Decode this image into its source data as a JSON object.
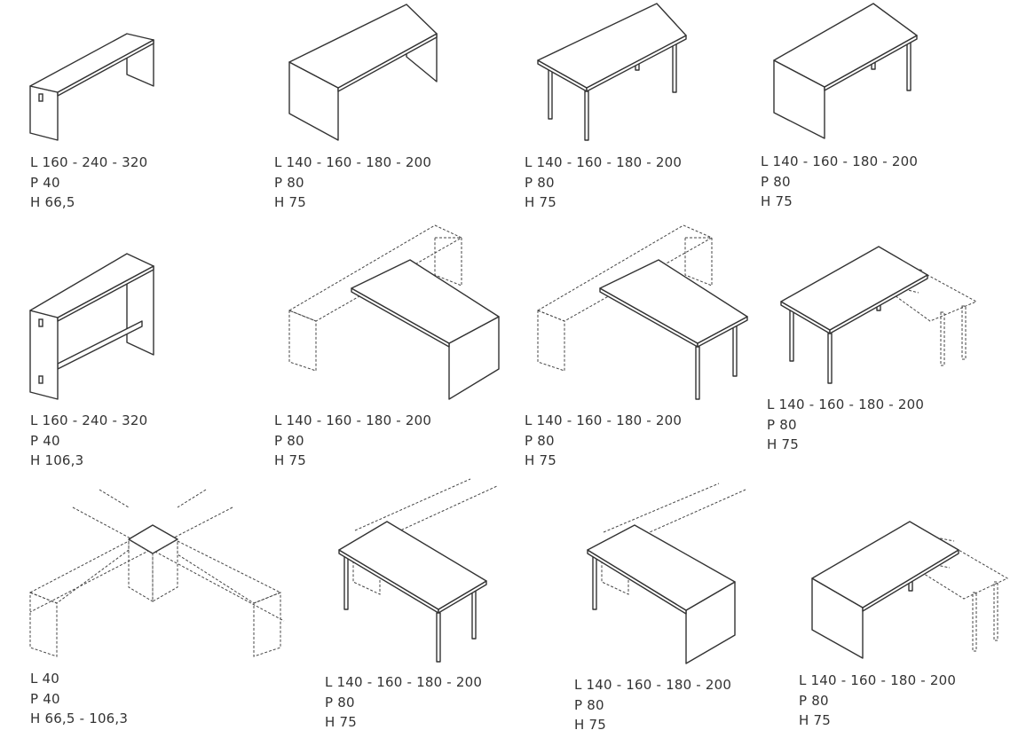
{
  "items": [
    {
      "l": "L 160 - 240 - 320",
      "p": "P 40",
      "h": "H 66,5"
    },
    {
      "l": "L 140 - 160 - 180 - 200",
      "p": "P 80",
      "h": "H 75"
    },
    {
      "l": "L 140 - 160 - 180 - 200",
      "p": "P 80",
      "h": "H 75"
    },
    {
      "l": "L 140 - 160 - 180 - 200",
      "p": "P 80",
      "h": "H 75"
    },
    {
      "l": "L 160 - 240 - 320",
      "p": "P 40",
      "h": "H 106,3"
    },
    {
      "l": "L 140 - 160 - 180 - 200",
      "p": "P 80",
      "h": "H 75"
    },
    {
      "l": "L 140 - 160 - 180 - 200",
      "p": "P 80",
      "h": "H 75"
    },
    {
      "l": "L 140 - 160 - 180 - 200",
      "p": "P 80",
      "h": "H 75"
    },
    {
      "l": "L 40",
      "p": "P 40",
      "h": "H 66,5 - 106,3"
    },
    {
      "l": "L 140 - 160 - 180 - 200",
      "p": "P 80",
      "h": "H 75"
    },
    {
      "l": "L 140 - 160 - 180 - 200",
      "p": "P 80",
      "h": "H 75"
    },
    {
      "l": "L 140 - 160 - 180 - 200",
      "p": "P 80",
      "h": "H 75"
    }
  ]
}
